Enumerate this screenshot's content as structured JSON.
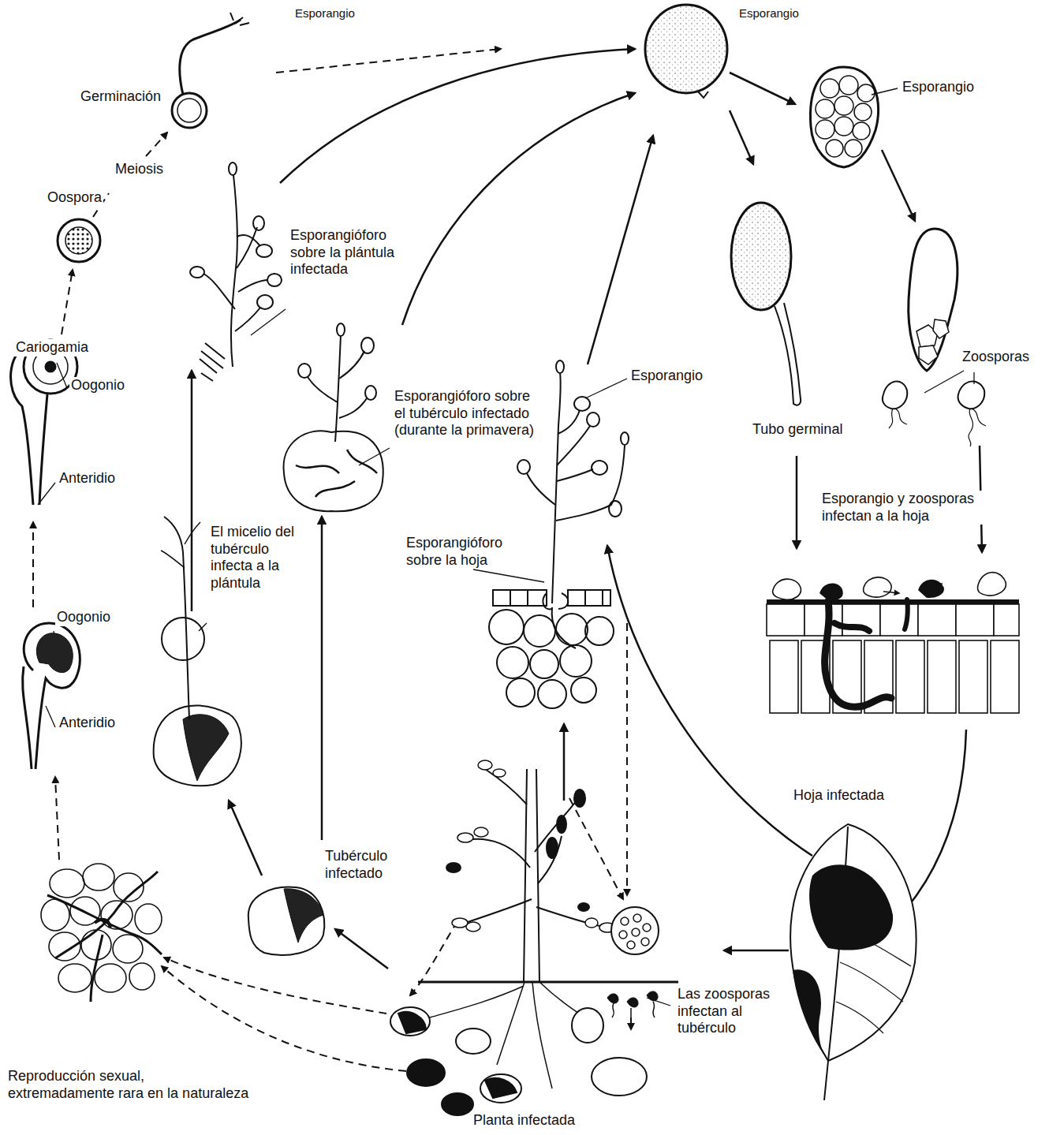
{
  "diagram": {
    "labels": [
      "Esporangio",
      "Esporangio",
      "Germinación",
      "Meiosis",
      "Oospora",
      "Esporangio",
      "Esporangióforo sobre la plántula infectada",
      "Cariogamia",
      "Oogonio",
      "Zoosporas",
      "Esporangio",
      "Esporangióforo sobre el tubérculo infectado (durante la primavera)",
      "Tubo germinal",
      "Anteridio",
      "Esporangio y zoosporas infectan a la hoja",
      "Esporangióforo sobre la hoja",
      "El micelio del tubérculo infecta a la plántula",
      "Oogonio",
      "Anteridio",
      "Hoja infectada",
      "Tubérculo infectado",
      "Las zoosporas infectan al tubérculo",
      "Reproducción sexual, extremadamente rara en la naturaleza",
      "Planta infectada"
    ]
  }
}
